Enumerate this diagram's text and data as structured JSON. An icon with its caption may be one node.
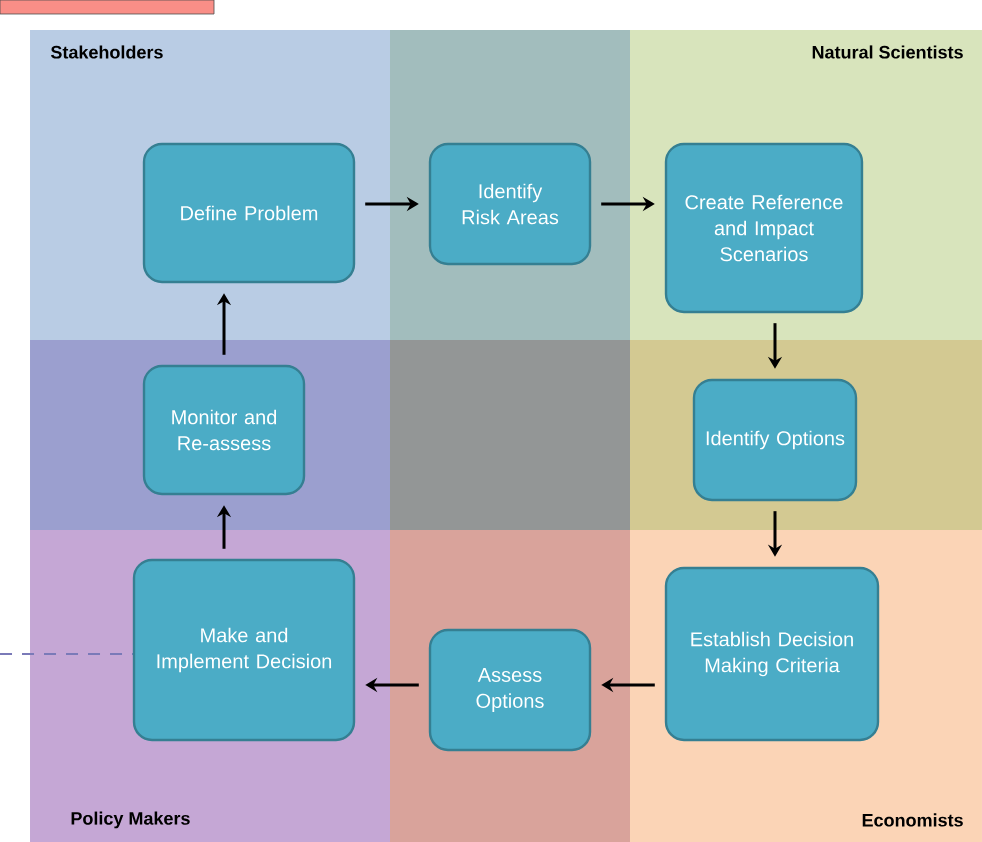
{
  "diagram": {
    "nodes": [
      {
        "text": [
          "Define Problem"
        ]
      },
      {
        "text": [
          "Identify Risk Areas"
        ]
      },
      {
        "text": [
          "Create Reference and Impact Scenarios"
        ]
      },
      {
        "text": [
          "Identify Options"
        ]
      },
      {
        "text": [
          "Establish Decision Making Criteria"
        ]
      },
      {
        "text": [
          "Assess Options"
        ]
      },
      {
        "text": [
          "Make and Implement Decision"
        ]
      },
      {
        "text": [
          "Monitor and Re-assess"
        ]
      }
    ],
    "edges": [
      {
        "from": 0,
        "to": 1,
        "arrow": "to"
      },
      {
        "from": 1,
        "to": 2,
        "arrow": "to"
      },
      {
        "from": 2,
        "to": 3,
        "arrow": "to"
      },
      {
        "from": 3,
        "to": 4,
        "arrow": "to"
      },
      {
        "from": 4,
        "to": 5,
        "arrow": "to"
      },
      {
        "from": 5,
        "to": 6,
        "arrow": "to"
      },
      {
        "from": 6,
        "to": 7,
        "arrow": "to"
      },
      {
        "from": 7,
        "to": 0,
        "arrow": "to"
      }
    ],
    "labels": [
      "Stakeholders",
      "Natural Scientists",
      "Policy Makers",
      "Economists"
    ]
  }
}
